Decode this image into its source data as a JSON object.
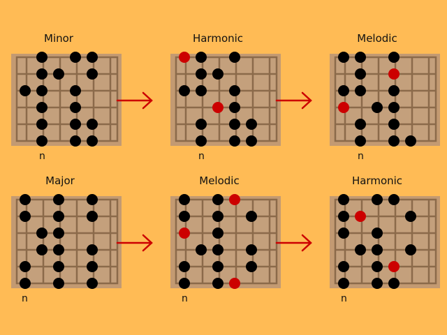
{
  "colors": {
    "background": "#ffbb55",
    "board_bg": "#c39a72",
    "cell_fill": "#c4a07c",
    "grid_line": "#8b6a4a",
    "dot": "#000000",
    "dot_highlight": "#cc0000",
    "arrow": "#cc0000"
  },
  "diagrams": [
    {
      "title": "Minor",
      "root_label": "n",
      "dots": [
        {
          "string": 2,
          "fret": 0
        },
        {
          "string": 4,
          "fret": 0
        },
        {
          "string": 5,
          "fret": 0
        },
        {
          "string": 2,
          "fret": 1
        },
        {
          "string": 3,
          "fret": 1
        },
        {
          "string": 5,
          "fret": 1
        },
        {
          "string": 1,
          "fret": 2
        },
        {
          "string": 2,
          "fret": 2
        },
        {
          "string": 4,
          "fret": 2
        },
        {
          "string": 2,
          "fret": 3
        },
        {
          "string": 4,
          "fret": 3
        },
        {
          "string": 2,
          "fret": 4
        },
        {
          "string": 4,
          "fret": 4
        },
        {
          "string": 5,
          "fret": 4
        },
        {
          "string": 2,
          "fret": 5
        },
        {
          "string": 4,
          "fret": 5
        },
        {
          "string": 5,
          "fret": 5
        }
      ]
    },
    {
      "title": "Harmonic",
      "root_label": "n",
      "dots": [
        {
          "string": 1,
          "fret": 0,
          "highlight": true
        },
        {
          "string": 2,
          "fret": 0
        },
        {
          "string": 4,
          "fret": 0
        },
        {
          "string": 2,
          "fret": 1
        },
        {
          "string": 3,
          "fret": 1
        },
        {
          "string": 1,
          "fret": 2
        },
        {
          "string": 2,
          "fret": 2
        },
        {
          "string": 4,
          "fret": 2
        },
        {
          "string": 3,
          "fret": 3,
          "highlight": true
        },
        {
          "string": 4,
          "fret": 3
        },
        {
          "string": 2,
          "fret": 4
        },
        {
          "string": 4,
          "fret": 4
        },
        {
          "string": 5,
          "fret": 4
        },
        {
          "string": 2,
          "fret": 5
        },
        {
          "string": 4,
          "fret": 5
        },
        {
          "string": 5,
          "fret": 5
        }
      ]
    },
    {
      "title": "Melodic",
      "root_label": "n",
      "dots": [
        {
          "string": 1,
          "fret": 0
        },
        {
          "string": 2,
          "fret": 0
        },
        {
          "string": 4,
          "fret": 0
        },
        {
          "string": 2,
          "fret": 1
        },
        {
          "string": 4,
          "fret": 1,
          "highlight": true
        },
        {
          "string": 1,
          "fret": 2
        },
        {
          "string": 2,
          "fret": 2
        },
        {
          "string": 4,
          "fret": 2
        },
        {
          "string": 1,
          "fret": 3,
          "highlight": true
        },
        {
          "string": 3,
          "fret": 3
        },
        {
          "string": 4,
          "fret": 3
        },
        {
          "string": 2,
          "fret": 4
        },
        {
          "string": 4,
          "fret": 4
        },
        {
          "string": 2,
          "fret": 5
        },
        {
          "string": 4,
          "fret": 5
        },
        {
          "string": 5,
          "fret": 5
        }
      ]
    },
    {
      "title": "Major",
      "root_label": "n",
      "dots": [
        {
          "string": 1,
          "fret": 0
        },
        {
          "string": 3,
          "fret": 0
        },
        {
          "string": 5,
          "fret": 0
        },
        {
          "string": 1,
          "fret": 1
        },
        {
          "string": 3,
          "fret": 1
        },
        {
          "string": 5,
          "fret": 1
        },
        {
          "string": 2,
          "fret": 2
        },
        {
          "string": 3,
          "fret": 2
        },
        {
          "string": 2,
          "fret": 3
        },
        {
          "string": 3,
          "fret": 3
        },
        {
          "string": 5,
          "fret": 3
        },
        {
          "string": 1,
          "fret": 4
        },
        {
          "string": 3,
          "fret": 4
        },
        {
          "string": 5,
          "fret": 4
        },
        {
          "string": 1,
          "fret": 5
        },
        {
          "string": 3,
          "fret": 5
        },
        {
          "string": 5,
          "fret": 5
        }
      ]
    },
    {
      "title": "Melodic",
      "root_label": "n",
      "dots": [
        {
          "string": 1,
          "fret": 0
        },
        {
          "string": 3,
          "fret": 0
        },
        {
          "string": 4,
          "fret": 0,
          "highlight": true
        },
        {
          "string": 1,
          "fret": 1
        },
        {
          "string": 3,
          "fret": 1
        },
        {
          "string": 5,
          "fret": 1
        },
        {
          "string": 1,
          "fret": 2,
          "highlight": true
        },
        {
          "string": 3,
          "fret": 2
        },
        {
          "string": 2,
          "fret": 3
        },
        {
          "string": 3,
          "fret": 3
        },
        {
          "string": 5,
          "fret": 3
        },
        {
          "string": 1,
          "fret": 4
        },
        {
          "string": 3,
          "fret": 4
        },
        {
          "string": 5,
          "fret": 4
        },
        {
          "string": 1,
          "fret": 5
        },
        {
          "string": 3,
          "fret": 5
        },
        {
          "string": 4,
          "fret": 5,
          "highlight": true
        }
      ]
    },
    {
      "title": "Harmonic",
      "root_label": "n",
      "dots": [
        {
          "string": 1,
          "fret": 0
        },
        {
          "string": 3,
          "fret": 0
        },
        {
          "string": 4,
          "fret": 0
        },
        {
          "string": 1,
          "fret": 1
        },
        {
          "string": 2,
          "fret": 1,
          "highlight": true
        },
        {
          "string": 5,
          "fret": 1
        },
        {
          "string": 1,
          "fret": 2
        },
        {
          "string": 3,
          "fret": 2
        },
        {
          "string": 2,
          "fret": 3
        },
        {
          "string": 3,
          "fret": 3
        },
        {
          "string": 5,
          "fret": 3
        },
        {
          "string": 1,
          "fret": 4
        },
        {
          "string": 3,
          "fret": 4
        },
        {
          "string": 4,
          "fret": 4,
          "highlight": true
        },
        {
          "string": 1,
          "fret": 5
        },
        {
          "string": 3,
          "fret": 5
        },
        {
          "string": 4,
          "fret": 5
        }
      ]
    }
  ]
}
